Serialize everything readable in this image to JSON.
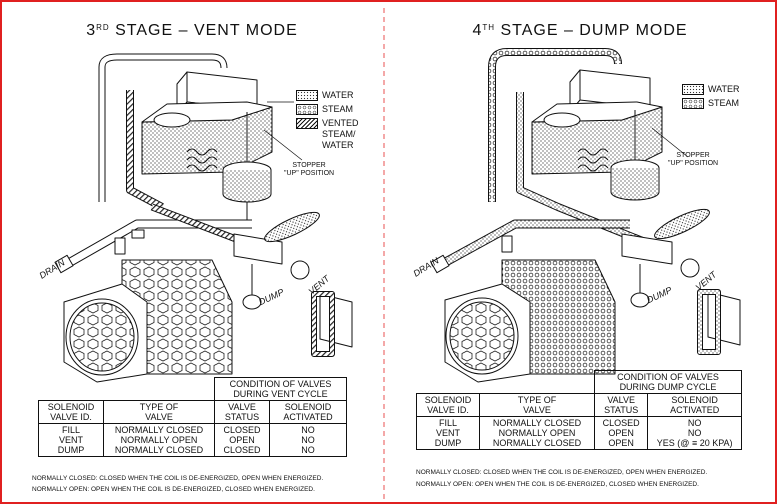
{
  "panels": [
    {
      "title_prefix": "3",
      "title_sup": "RD",
      "title_rest": " STAGE  –  VENT MODE",
      "legend": [
        {
          "label": "WATER",
          "pattern": "water"
        },
        {
          "label": "STEAM",
          "pattern": "steam"
        },
        {
          "label": "VENTED\nSTEAM/\nWATER",
          "pattern": "vented"
        }
      ],
      "stopper": "STOPPER\n\"UP\" POSITION",
      "labels": {
        "drain": "DRAIN",
        "vent": "VENT",
        "dump": "DUMP"
      },
      "table": {
        "condition_header": "CONDITION OF VALVES\nDURING VENT CYCLE",
        "col_solenoid_id": "SOLENOID\nVALVE ID.",
        "col_type": "TYPE OF\nVALVE",
        "col_status": "VALVE\nSTATUS",
        "col_activated": "SOLENOID\nACTIVATED",
        "rows": [
          {
            "id": "FILL",
            "type": "NORMALLY CLOSED",
            "status": "CLOSED",
            "activated": "NO"
          },
          {
            "id": "VENT",
            "type": "NORMALLY OPEN",
            "status": "OPEN",
            "activated": "NO"
          },
          {
            "id": "DUMP",
            "type": "NORMALLY CLOSED",
            "status": "CLOSED",
            "activated": "NO"
          }
        ]
      },
      "notes": [
        "NORMALLY CLOSED: CLOSED WHEN THE COIL IS DE-ENERGIZED, OPEN WHEN ENERGIZED.",
        "NORMALLY OPEN: OPEN WHEN THE COIL IS DE-ENERGIZED, CLOSED WHEN ENERGIZED."
      ]
    },
    {
      "title_prefix": "4",
      "title_sup": "TH",
      "title_rest": " STAGE  –  DUMP MODE",
      "legend": [
        {
          "label": "WATER",
          "pattern": "water"
        },
        {
          "label": "STEAM",
          "pattern": "steam"
        }
      ],
      "stopper": "STOPPER\n\"UP\" POSITION",
      "labels": {
        "drain": "DRAIN",
        "vent": "VENT",
        "dump": "DUMP"
      },
      "table": {
        "condition_header": "CONDITION OF VALVES\nDURING DUMP CYCLE",
        "col_solenoid_id": "SOLENOID\nVALVE ID.",
        "col_type": "TYPE OF\nVALVE",
        "col_status": "VALVE\nSTATUS",
        "col_activated": "SOLENOID\nACTIVATED",
        "rows": [
          {
            "id": "FILL",
            "type": "NORMALLY CLOSED",
            "status": "CLOSED",
            "activated": "NO"
          },
          {
            "id": "VENT",
            "type": "NORMALLY OPEN",
            "status": "OPEN",
            "activated": "NO"
          },
          {
            "id": "DUMP",
            "type": "NORMALLY CLOSED",
            "status": "OPEN",
            "activated": "YES (@ ≡ 20 KPA)"
          }
        ]
      },
      "notes": [
        "NORMALLY CLOSED: CLOSED WHEN THE COIL IS DE-ENERGIZED, OPEN WHEN ENERGIZED.",
        "NORMALLY OPEN: OPEN WHEN THE COIL IS DE-ENERGIZED, CLOSED WHEN ENERGIZED."
      ]
    }
  ]
}
